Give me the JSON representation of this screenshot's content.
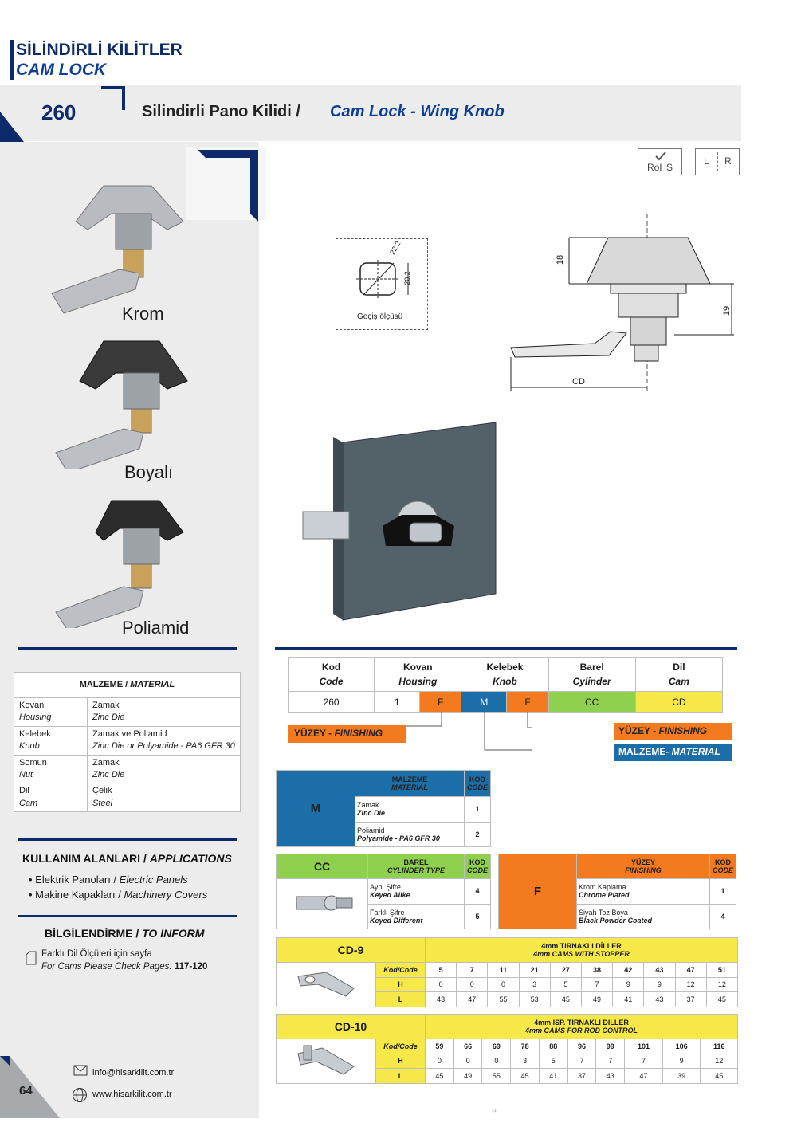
{
  "header": {
    "title_tr": "SİLİNDİRLİ KİLİTLER",
    "title_en": "CAM LOCK",
    "code": "260",
    "product_tr": "Silindirli Pano Kilidi /",
    "product_en": "Cam Lock - Wing Knob"
  },
  "badges": {
    "rohs": "RoHS",
    "l": "L",
    "r": "R"
  },
  "variants": [
    "Krom",
    "Boyalı",
    "Poliamid"
  ],
  "drawing": {
    "cutout_label": "Geçiş ölçüsü",
    "cutout_w": "20.2",
    "cutout_d": "22.2",
    "dim_18": "18",
    "dim_19": "19",
    "dim_cd": "CD"
  },
  "material": {
    "title_tr": "MALZEME /",
    "title_en": "MATERIAL",
    "rows": [
      {
        "part_tr": "Kovan",
        "part_en": "Housing",
        "mat_tr": "Zamak",
        "mat_en": "Zinc Die"
      },
      {
        "part_tr": "Kelebek",
        "part_en": "Knob",
        "mat_tr": "Zamak ve Poliamid",
        "mat_en": "Zinc Die or Polyamide - PA6 GFR 30"
      },
      {
        "part_tr": "Somun",
        "part_en": "Nut",
        "mat_tr": "Zamak",
        "mat_en": "Zinc Die"
      },
      {
        "part_tr": "Dil",
        "part_en": "Cam",
        "mat_tr": "Çelik",
        "mat_en": "Steel"
      }
    ]
  },
  "applications": {
    "title_tr": "KULLANIM ALANLARI /",
    "title_en": "APPLICATIONS",
    "items": [
      {
        "tr": "Elektrik Panoları /",
        "en": "Electric Panels"
      },
      {
        "tr": "Makine Kapakları /",
        "en": "Machinery Covers"
      }
    ]
  },
  "inform": {
    "title_tr": "BİLGİLENDİRME /",
    "title_en": "TO INFORM",
    "line1": "Farklı Dil Ölçüleri için sayfa",
    "line2_en": "For Cams Please Check Pages:",
    "pages": "117-120"
  },
  "footer": {
    "page": "64",
    "email": "info@hisarkilit.com.tr",
    "web": "www.hisarkilit.com.tr",
    "quote": "“"
  },
  "code_table": {
    "headers": [
      {
        "tr": "Kod",
        "en": "Code"
      },
      {
        "tr": "Kovan",
        "en": "Housing"
      },
      {
        "tr": "Kelebek",
        "en": "Knob"
      },
      {
        "tr": "Barel",
        "en": "Cylinder"
      },
      {
        "tr": "Dil",
        "en": "Cam"
      }
    ],
    "values": [
      "260",
      "1",
      "F",
      "M",
      "F",
      "CC",
      "CD"
    ]
  },
  "labels": {
    "finishing1_tr": "YÜZEY -",
    "finishing1_en": "FINISHING",
    "finishing2_tr": "YÜZEY -",
    "finishing2_en": "FINISHING",
    "material_tr": "MALZEME-",
    "material_en": "MATERIAL"
  },
  "m_table": {
    "letter": "M",
    "h_tr": "MALZEME",
    "h_en": "MATERIAL",
    "k_tr": "KOD",
    "k_en": "CODE",
    "rows": [
      {
        "tr": "Zamak",
        "en": "Zinc Die",
        "code": "1"
      },
      {
        "tr": "Poliamid",
        "en": "Polyamide - PA6 GFR 30",
        "code": "2"
      }
    ]
  },
  "cc_table": {
    "letter": "CC",
    "h_tr": "BAREL",
    "h_en": "CYLINDER TYPE",
    "k_tr": "KOD",
    "k_en": "CODE",
    "rows": [
      {
        "tr": "Aynı Şifre",
        "en": "Keyed Alike",
        "code": "4"
      },
      {
        "tr": "Farklı Şifre",
        "en": "Keyed Different",
        "code": "5"
      }
    ]
  },
  "f_table": {
    "letter": "F",
    "h_tr": "YÜZEY",
    "h_en": "FINISHING",
    "k_tr": "KOD",
    "k_en": "CODE",
    "rows": [
      {
        "tr": "Krom Kaplama",
        "en": "Chrome Plated",
        "code": "1"
      },
      {
        "tr": "Siyah Toz Boya",
        "en": "Black Powder Coated",
        "code": "4"
      }
    ]
  },
  "cd9": {
    "name": "CD-9",
    "t_tr": "4mm TIRNAKLI DİLLER",
    "t_en": "4mm CAMS WITH STOPPER",
    "row_labels": [
      "Kod/Code",
      "H",
      "L"
    ],
    "codes": [
      "5",
      "7",
      "11",
      "21",
      "27",
      "38",
      "42",
      "43",
      "47",
      "51"
    ],
    "h": [
      "0",
      "0",
      "0",
      "3",
      "5",
      "7",
      "9",
      "9",
      "12",
      "12"
    ],
    "l": [
      "43",
      "47",
      "55",
      "53",
      "45",
      "49",
      "41",
      "43",
      "37",
      "45"
    ]
  },
  "cd10": {
    "name": "CD-10",
    "t_tr": "4mm İSP. TIRNAKLI DİLLER",
    "t_en": "4mm CAMS FOR ROD CONTROL",
    "row_labels": [
      "Kod/Code",
      "H",
      "L"
    ],
    "codes": [
      "59",
      "66",
      "69",
      "78",
      "88",
      "96",
      "99",
      "101",
      "106",
      "116"
    ],
    "h": [
      "0",
      "0",
      "0",
      "3",
      "5",
      "7",
      "7",
      "7",
      "9",
      "12"
    ],
    "l": [
      "45",
      "49",
      "55",
      "45",
      "41",
      "37",
      "43",
      "47",
      "39",
      "45"
    ]
  },
  "colors": {
    "navy": "#0d2a6b",
    "orange": "#f47a20",
    "blue": "#1b6ea8",
    "green": "#8fd14f",
    "yellow": "#f7e84a"
  }
}
